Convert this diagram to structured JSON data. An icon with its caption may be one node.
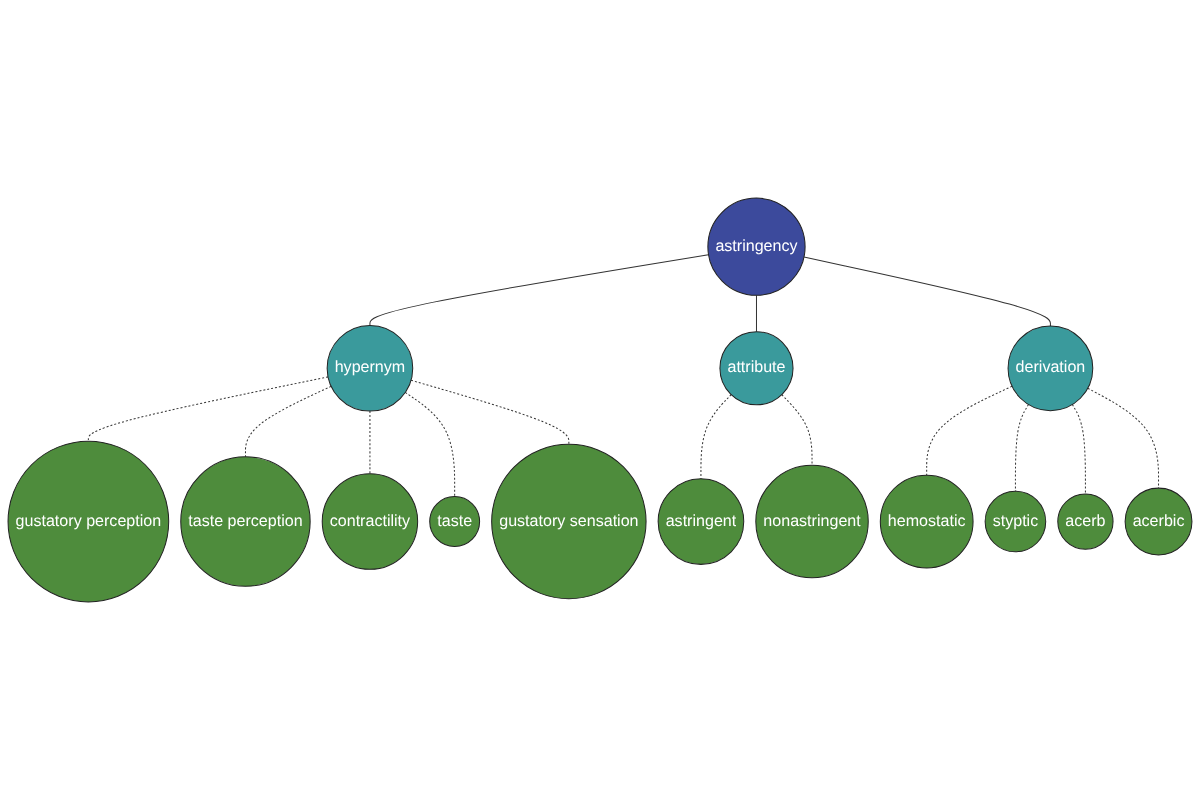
{
  "diagram": {
    "nodes": [
      {
        "text": [
          "gustatory perception"
        ]
      },
      {
        "text": [
          "taste perception"
        ]
      },
      {
        "text": [
          "contractility"
        ]
      },
      {
        "text": [
          "taste"
        ]
      },
      {
        "text": [
          "hypernym"
        ]
      },
      {
        "text": [
          "gustatory sensation"
        ]
      },
      {
        "text": [
          "astringent"
        ]
      },
      {
        "text": [
          "attribute"
        ]
      },
      {
        "text": [
          "nonastringent"
        ]
      },
      {
        "text": [
          "astringency"
        ]
      },
      {
        "text": [
          "derivation"
        ]
      },
      {
        "text": [
          "hemostatic"
        ]
      },
      {
        "text": [
          "styptic"
        ]
      },
      {
        "text": [
          "acerb"
        ]
      },
      {
        "text": [
          "acerbic"
        ]
      }
    ],
    "edges": [
      {
        "from": 9,
        "to": 4,
        "arrow": "none"
      },
      {
        "from": 9,
        "to": 7,
        "arrow": "none"
      },
      {
        "from": 9,
        "to": 10,
        "arrow": "none"
      },
      {
        "from": 4,
        "to": 0,
        "arrow": "none",
        "style": "dashed"
      },
      {
        "from": 4,
        "to": 1,
        "arrow": "none",
        "style": "dashed"
      },
      {
        "from": 4,
        "to": 2,
        "arrow": "none",
        "style": "dashed"
      },
      {
        "from": 4,
        "to": 3,
        "arrow": "none",
        "style": "dashed"
      },
      {
        "from": 4,
        "to": 5,
        "arrow": "none",
        "style": "dashed"
      },
      {
        "from": 7,
        "to": 6,
        "arrow": "none",
        "style": "dashed"
      },
      {
        "from": 7,
        "to": 8,
        "arrow": "none",
        "style": "dashed"
      },
      {
        "from": 10,
        "to": 11,
        "arrow": "none",
        "style": "dashed"
      },
      {
        "from": 10,
        "to": 12,
        "arrow": "none",
        "style": "dashed"
      },
      {
        "from": 10,
        "to": 13,
        "arrow": "none",
        "style": "dashed"
      },
      {
        "from": 10,
        "to": 14,
        "arrow": "none",
        "style": "dashed"
      }
    ]
  }
}
